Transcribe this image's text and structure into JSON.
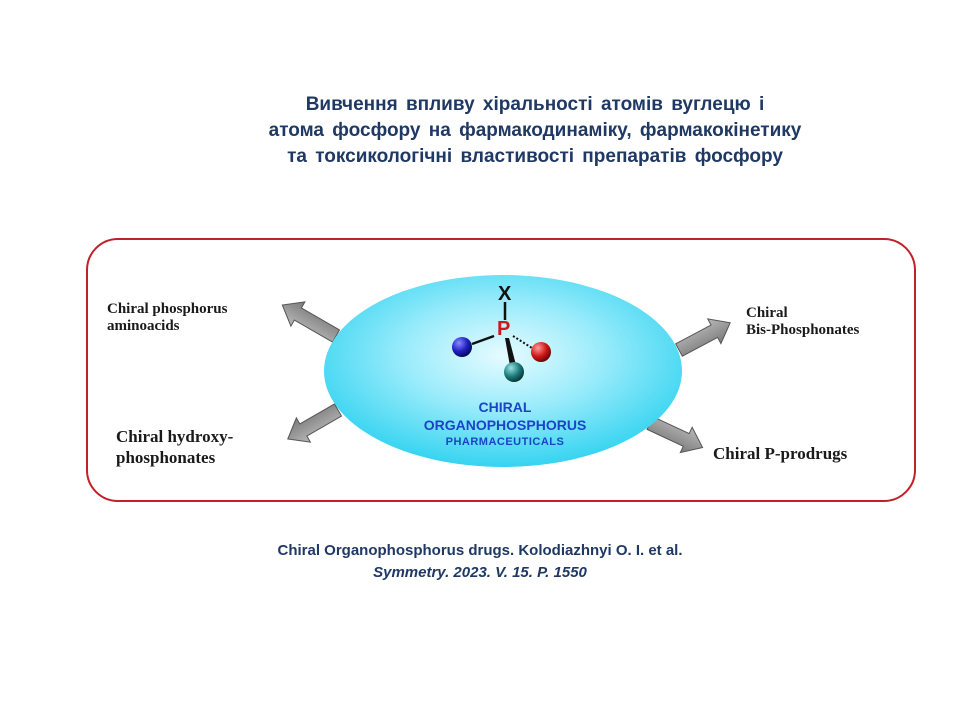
{
  "title": {
    "line1": "Вивчення впливу хіральності атомів вуглецю і",
    "line2": "атома фосфору на фармакодинаміку, фармакокінетику",
    "line3": "та токсикологічні властивості препаратів фосфору"
  },
  "diagram": {
    "center": {
      "line1": "CHIRAL",
      "line2": "ORGANOPHOSPHORUS",
      "line3": "PHARMACEUTICALS",
      "atom_x": "X",
      "atom_p": "P"
    },
    "branches": {
      "top_left": [
        "Chiral phosphorus",
        "aminoacids"
      ],
      "bottom_left": [
        "Chiral hydroxy-",
        "phosphonates"
      ],
      "top_right": [
        "Chiral",
        "Bis-Phosphonates"
      ],
      "bottom_right": [
        "Chiral P-prodrugs"
      ]
    },
    "colors": {
      "frame": "#c0202a",
      "ellipse": "#3fd8f4",
      "arrow": "#8c8c8c",
      "center_text": "#1a44c8",
      "atom_blue": "#2020c0",
      "atom_red": "#d01818",
      "atom_teal": "#1d7d7d"
    }
  },
  "citation": {
    "line1": "Chiral Organophosphorus drugs. Kolodiazhnyi O. I. et al.",
    "line2": "Symmetry. 2023. V. 15. P. 1550"
  }
}
